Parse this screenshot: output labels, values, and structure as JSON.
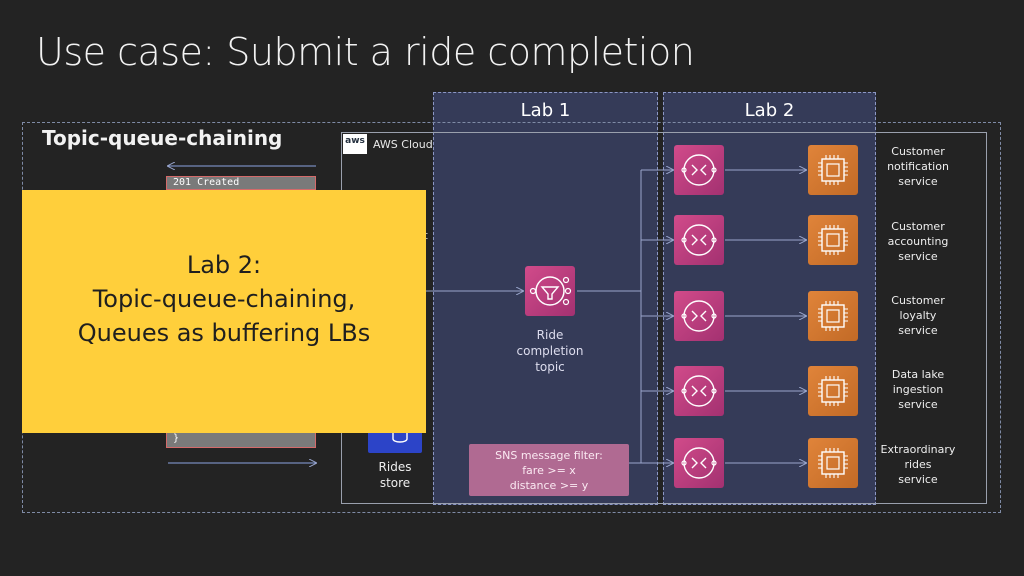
{
  "title": "Use case: Submit a ride completion",
  "section_title": "Topic-queue-chaining",
  "labs": {
    "lab1": "Lab 1",
    "lab2": "Lab 2"
  },
  "cloud_label": "AWS Cloud",
  "aws_badge": "aws",
  "response_text": "201 Created",
  "request_close": "}",
  "partial_text": "t",
  "rides_store": "Rides\nstore",
  "topic_label": "Ride\ncompletion\ntopic",
  "filter_text": "SNS message filter:\nfare >= x\ndistance >= y",
  "services": [
    {
      "label": "Customer\nnotification\nservice"
    },
    {
      "label": "Customer\naccounting\nservice"
    },
    {
      "label": "Customer\nloyalty\nservice"
    },
    {
      "label": "Data lake\ningestion\nservice"
    },
    {
      "label": "Extraordinary\nrides\nservice"
    }
  ],
  "overlay_text": "Lab 2:\nTopic-queue-chaining,\nQueues as buffering LBs",
  "colors": {
    "background": "#232323",
    "lab_region": "#353b58",
    "sns_pink": "#c03f7e",
    "compute_orange": "#d77730",
    "store_blue": "#2c44c8",
    "overlay_yellow": "#ffcf3b"
  },
  "icons": [
    "aws-logo-icon",
    "sns-topic-icon",
    "sqs-queue-icon",
    "ec2-instance-icon",
    "database-icon"
  ]
}
